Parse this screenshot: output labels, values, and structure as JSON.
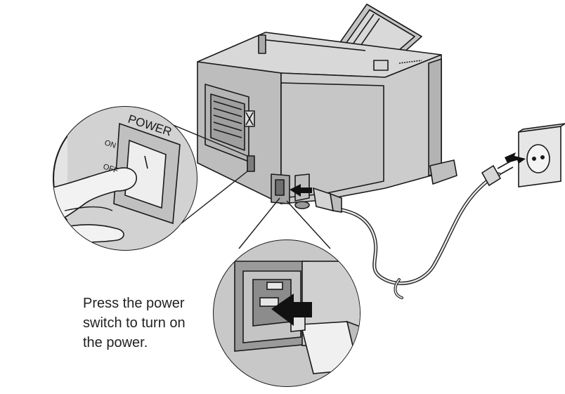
{
  "caption": {
    "lines": [
      "Press the power",
      "switch to turn on",
      "the power."
    ]
  },
  "labels": {
    "power": "POWER",
    "on": "ON",
    "off": "OFF"
  },
  "colors": {
    "line": "#1a1a1a",
    "body": "#cfcfcf",
    "body_dark": "#a9a9a9",
    "body_shadow": "#8a8a8a",
    "arrow": "#111111"
  }
}
